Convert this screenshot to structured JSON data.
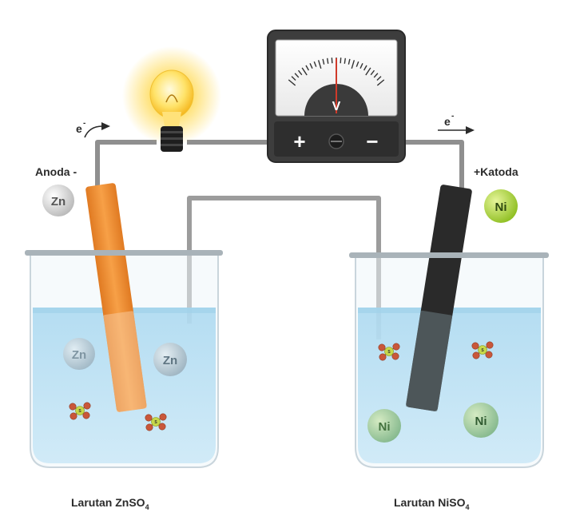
{
  "labels": {
    "anode": "Anoda -",
    "cathode": "+Katoda",
    "electron_left": "e",
    "electron_right": "e",
    "electron_charge": "-",
    "voltmeter_symbol": "V",
    "voltmeter_plus": "+",
    "voltmeter_minus": "−",
    "left_solution_prefix": "Larutan ZnSO",
    "left_solution_sub": "4",
    "right_solution_prefix": "Larutan NiSO",
    "right_solution_sub": "4"
  },
  "ions": {
    "zn": "Zn",
    "ni": "Ni",
    "s": "S"
  },
  "colors": {
    "zinc_electrode": "#f0913a",
    "nickel_electrode": "#2a2a2a",
    "solution": "#bfe3f5",
    "wire": "#8a8a8a",
    "bulb_glow": "#ffd23a",
    "ni_ion": "#a9d13a",
    "zn_ion": "#d8d8d8",
    "voltmeter_body": "#3a3a3a",
    "needle": "#d03a2a"
  },
  "icons": {
    "bulb": "light-bulb-icon",
    "meter": "voltmeter-icon",
    "arrow": "arrow-right-icon"
  }
}
